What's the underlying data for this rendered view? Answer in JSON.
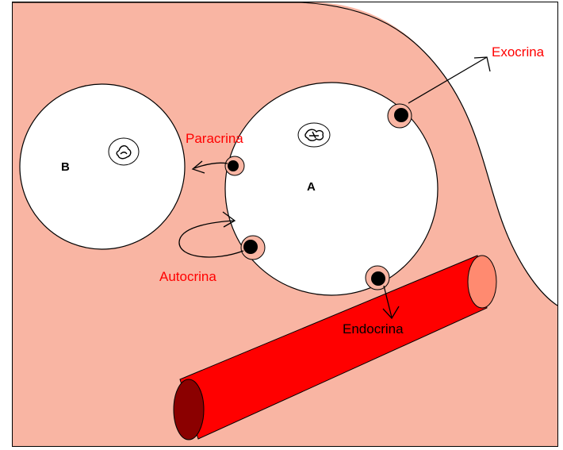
{
  "labels": {
    "cell_a": "A",
    "cell_b": "B",
    "exocrina": "Exocrina",
    "paracrina": "Paracrina",
    "autocrina": "Autocrina",
    "endocrina": "Endocrina"
  },
  "colors": {
    "tissue": "#f9b5a3",
    "cell": "#ffffff",
    "vessel": "#ff0000",
    "vessel_dark": "#8b0000",
    "vessel_end": "#ff8a70",
    "secretion_label": "#ff0000",
    "secretion_label_endocrine": "#000000"
  }
}
